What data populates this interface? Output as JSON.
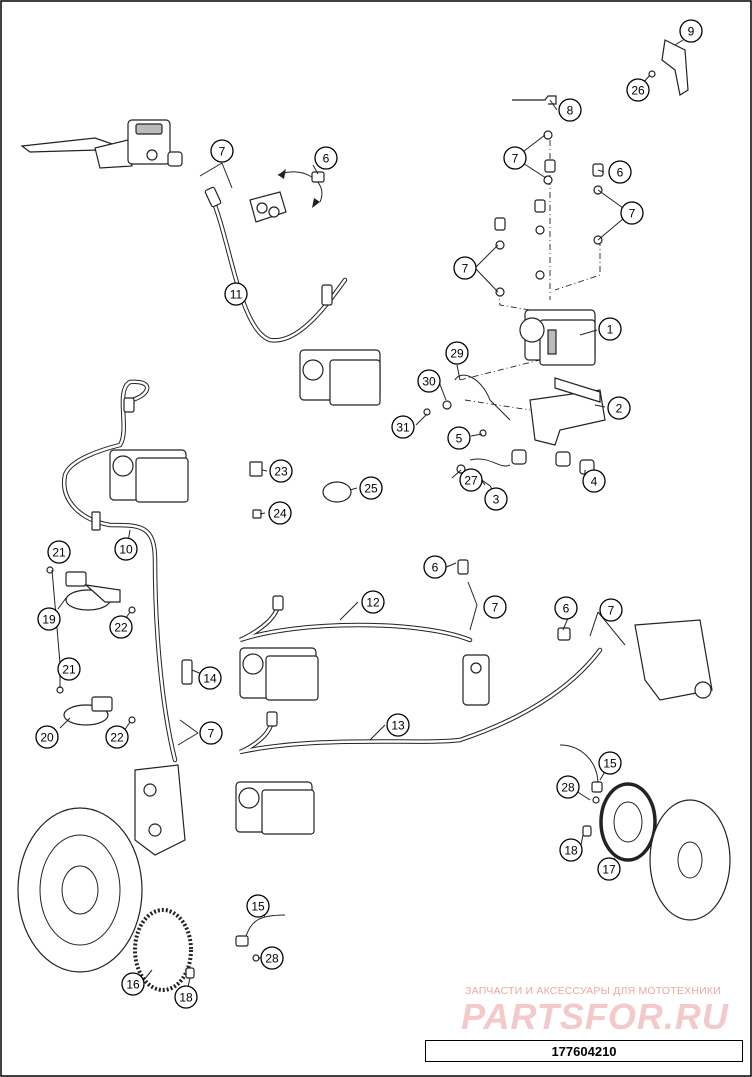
{
  "diagram": {
    "id": "177604210",
    "watermark_caption": "ЗАПЧАСТИ И АКСЕССУАРЫ ДЛЯ МОТОТЕХНИКИ",
    "watermark_logo": "PARTSFOR.RU"
  },
  "callouts": [
    {
      "num": "1"
    },
    {
      "num": "2"
    },
    {
      "num": "3"
    },
    {
      "num": "4"
    },
    {
      "num": "5"
    },
    {
      "num": "6"
    },
    {
      "num": "6"
    },
    {
      "num": "6"
    },
    {
      "num": "6"
    },
    {
      "num": "7"
    },
    {
      "num": "7"
    },
    {
      "num": "7"
    },
    {
      "num": "7"
    },
    {
      "num": "7"
    },
    {
      "num": "7"
    },
    {
      "num": "7"
    },
    {
      "num": "8"
    },
    {
      "num": "9"
    },
    {
      "num": "10"
    },
    {
      "num": "11"
    },
    {
      "num": "12"
    },
    {
      "num": "13"
    },
    {
      "num": "14"
    },
    {
      "num": "15"
    },
    {
      "num": "15"
    },
    {
      "num": "16"
    },
    {
      "num": "17"
    },
    {
      "num": "18"
    },
    {
      "num": "18"
    },
    {
      "num": "19"
    },
    {
      "num": "20"
    },
    {
      "num": "21"
    },
    {
      "num": "21"
    },
    {
      "num": "22"
    },
    {
      "num": "22"
    },
    {
      "num": "23"
    },
    {
      "num": "24"
    },
    {
      "num": "25"
    },
    {
      "num": "26"
    },
    {
      "num": "27"
    },
    {
      "num": "28"
    },
    {
      "num": "28"
    },
    {
      "num": "29"
    },
    {
      "num": "30"
    },
    {
      "num": "31"
    }
  ]
}
